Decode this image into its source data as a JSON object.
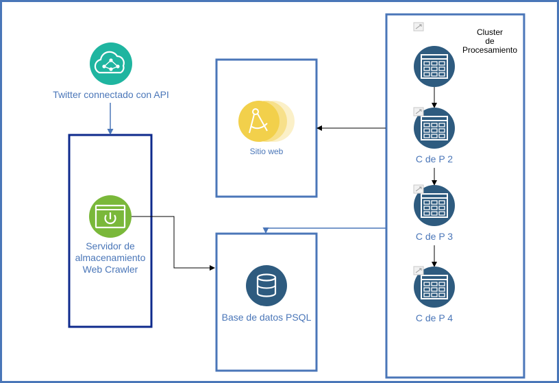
{
  "twitter": {
    "label": "Twitter connectado con API"
  },
  "crawler": {
    "label": "Servidor de\nalmacenamiento\nWeb Crawler"
  },
  "website": {
    "label": "Sitio web"
  },
  "database": {
    "label": "Base de datos PSQL"
  },
  "cluster": {
    "label": "Cluster\nde\nProcesamiento",
    "nodes": [
      {
        "label": ""
      },
      {
        "label": "C de P 2"
      },
      {
        "label": "C de P 3"
      },
      {
        "label": "C de P 4"
      }
    ]
  },
  "colors": {
    "frame_border": "#4a76b8",
    "crawler_border": "#0e2a8c",
    "twitter_icon": "#1fb5a0",
    "crawler_icon": "#7ab83a",
    "website_icon": "#f2d04b",
    "database_icon": "#2e5b7f",
    "node_icon": "#2e5b7f",
    "label_blue": "#4a76b8"
  },
  "icons": {
    "twitter": "cloud-network-icon",
    "crawler": "power-monitor-icon",
    "website": "compass-icon",
    "database": "database-cylinder-icon",
    "node": "grid-table-icon"
  }
}
